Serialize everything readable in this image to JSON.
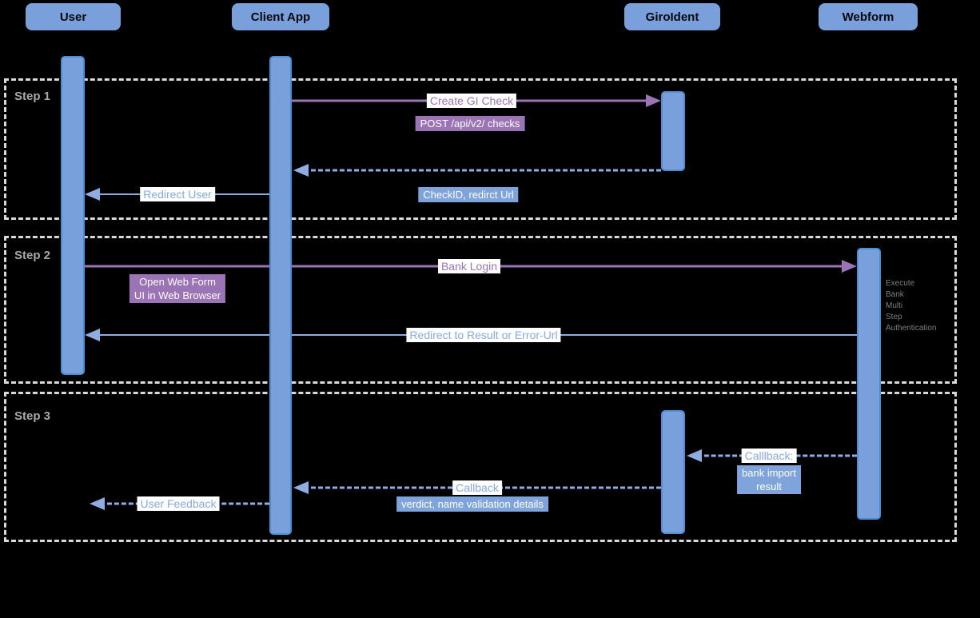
{
  "diagram_type": "sequence-diagram",
  "actors": [
    {
      "id": "user",
      "label": "User"
    },
    {
      "id": "client-app",
      "label": "Client App"
    },
    {
      "id": "giroident",
      "label": "GiroIdent"
    },
    {
      "id": "webform",
      "label": "Webform"
    }
  ],
  "steps": [
    {
      "label": "Step 1"
    },
    {
      "label": "Step 2"
    },
    {
      "label": "Step 3"
    }
  ],
  "messages": [
    {
      "id": "create-gi-check",
      "from": "Client App",
      "to": "GiroIdent",
      "line": "solid",
      "color": "purple",
      "label": "Create GI Check",
      "sublabel": "POST /api/v2/ checks"
    },
    {
      "id": "check-response",
      "from": "GiroIdent",
      "to": "Client App",
      "line": "dashed",
      "color": "blue",
      "label": "CheckID, redirct Url"
    },
    {
      "id": "redirect-user",
      "from": "Client App",
      "to": "User",
      "line": "solid",
      "color": "blue",
      "label": "Redirect User"
    },
    {
      "id": "bank-login",
      "from": "User",
      "to": "Webform",
      "line": "solid",
      "color": "purple",
      "label": "Bank Login",
      "sublabel": "Open Web Form\nUI in Web Browser"
    },
    {
      "id": "redirect-result",
      "from": "Webform",
      "to": "User",
      "line": "solid",
      "color": "blue",
      "label": "Redirect to Result or Error-Url"
    },
    {
      "id": "webform-callback",
      "from": "Webform",
      "to": "GiroIdent",
      "line": "dashed",
      "color": "blue",
      "label": "Calllback:",
      "sublabel": "bank import\nresult"
    },
    {
      "id": "giroident-callback",
      "from": "GiroIdent",
      "to": "Client App",
      "line": "dashed",
      "color": "blue",
      "label": "Callback",
      "sublabel": "verdict, name validation details"
    },
    {
      "id": "user-feedback",
      "from": "Client App",
      "to": "User",
      "line": "dashed",
      "color": "blue",
      "label": "User Feedback"
    }
  ],
  "annotations": {
    "webform_note": "Execute\nBank\nMulti\nStep\nAuthentication"
  },
  "colors": {
    "background": "#000000",
    "actor_fill": "#7aa0dc",
    "bar_border": "#4a8fd4",
    "purple": "#9b74b5",
    "light_blue": "#8fade2",
    "label_blue_bg": "#7ea4db",
    "label_blue_text": "#85abdf",
    "frame_border": "#d9d9d9",
    "step_label": "#a9a9a9",
    "note_gray": "#7f7f7f"
  }
}
